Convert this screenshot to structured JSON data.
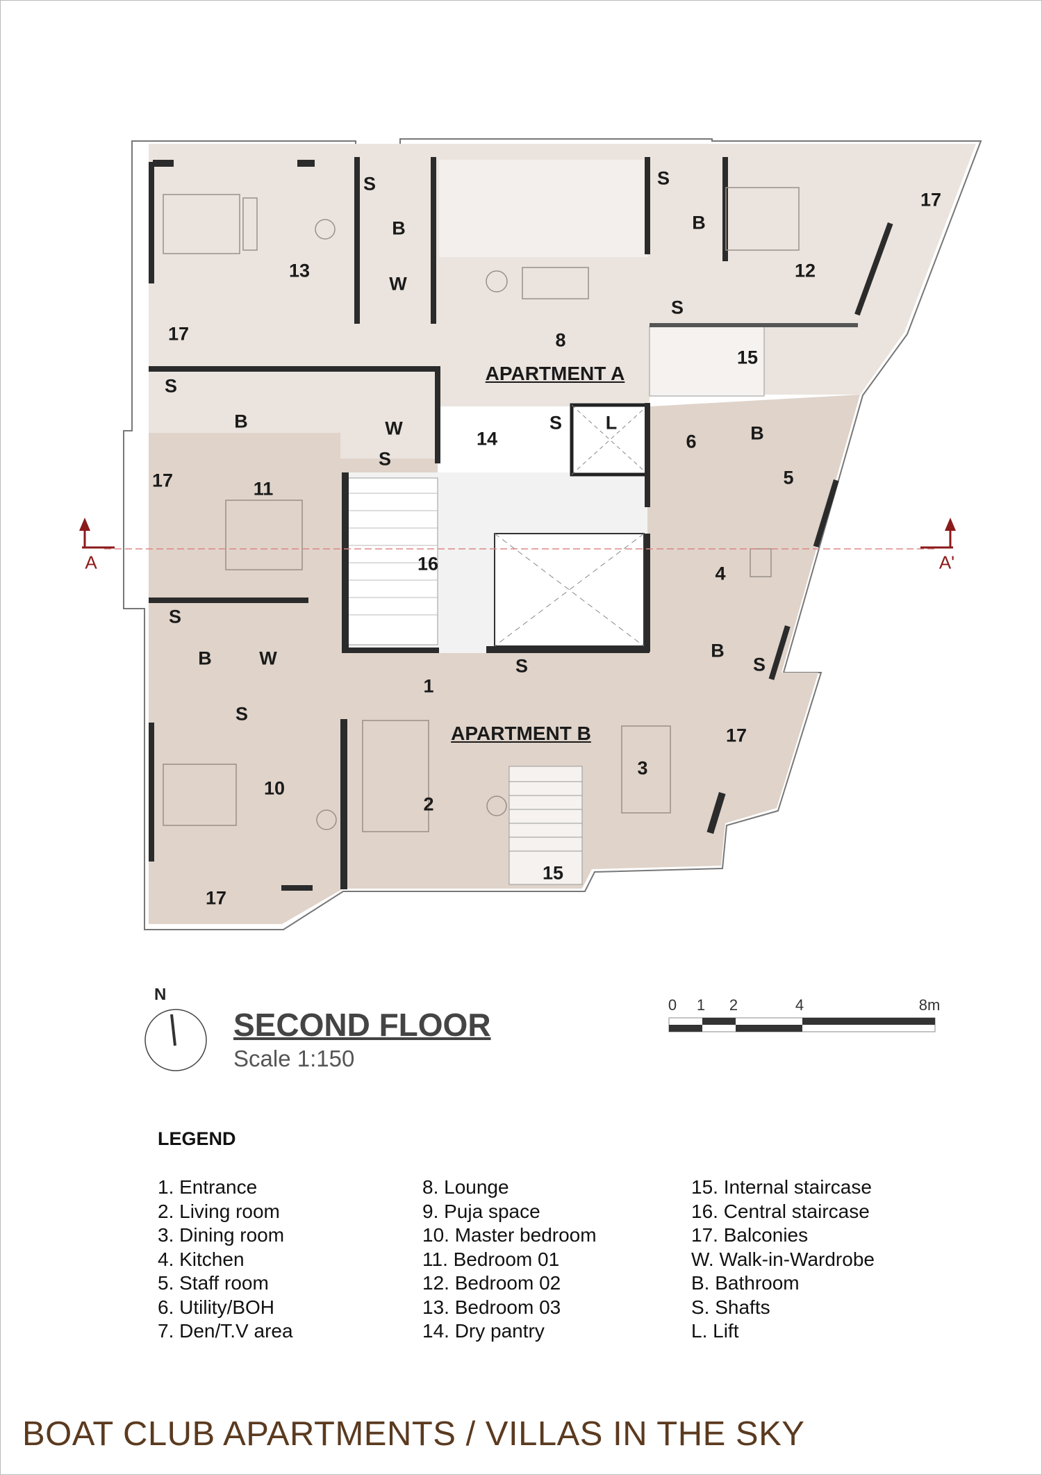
{
  "plan": {
    "rooms": {
      "r13": "13",
      "r17a": "17",
      "s1": "S",
      "b1": "B",
      "w1": "W",
      "r8": "8",
      "apt_a": "APARTMENT A",
      "s2": "S",
      "b2": "B",
      "r12": "12",
      "r17b": "17",
      "s3": "S",
      "r15a": "15",
      "s4": "S",
      "b3": "B",
      "w2": "W",
      "s5": "S",
      "r14": "14",
      "s6": "S",
      "lift": "L",
      "r6": "6",
      "b4": "B",
      "r5": "5",
      "r17c": "17",
      "r11": "11",
      "r16": "16",
      "r4": "4",
      "s7": "S",
      "b5": "B",
      "w3": "W",
      "s8": "S",
      "r1": "1",
      "s9": "S",
      "b6": "B",
      "s10": "S",
      "apt_b": "APARTMENT B",
      "r17d": "17",
      "r3": "3",
      "r10": "10",
      "r2": "2",
      "r15b": "15",
      "r17e": "17"
    },
    "section_left": "A",
    "section_right": "A'"
  },
  "title": "SECOND FLOOR",
  "scale": "Scale 1:150",
  "north": "N",
  "scale_bar": {
    "ticks": [
      "0",
      "1",
      "2",
      "4",
      "8m"
    ]
  },
  "legend": {
    "heading": "LEGEND",
    "columns": [
      [
        "1. Entrance",
        "2. Living room",
        "3. Dining room",
        "4. Kitchen",
        "5. Staff room",
        "6. Utility/BOH",
        "7. Den/T.V area"
      ],
      [
        "8. Lounge",
        "9. Puja space",
        "10. Master bedroom",
        "11. Bedroom 01",
        "12. Bedroom 02",
        "13. Bedroom 03",
        "14. Dry pantry"
      ],
      [
        "15. Internal staircase",
        "16. Central staircase",
        "17. Balconies",
        "W. Walk-in-Wardrobe",
        "B. Bathroom",
        "S. Shafts",
        "L. Lift"
      ]
    ]
  },
  "footer": "BOAT CLUB APARTMENTS / VILLAS IN THE SKY",
  "colors": {
    "apartment_a": "#ebe4de",
    "apartment_b": "#dfd3ca",
    "wall": "#2b2b2b",
    "section": "#8b1a1a",
    "footer": "#5b3a1f"
  }
}
